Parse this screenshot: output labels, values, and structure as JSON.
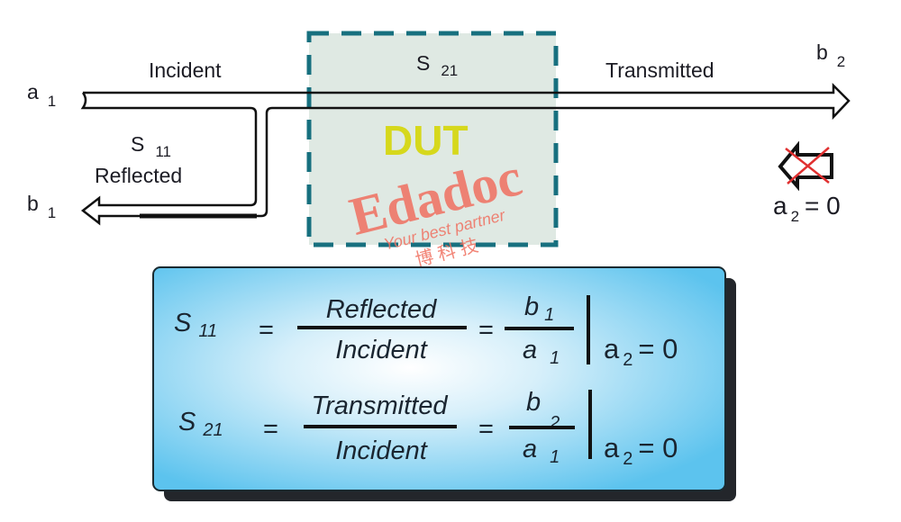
{
  "diagram": {
    "labels": {
      "incident": "Incident",
      "transmitted": "Transmitted",
      "reflected": "Reflected",
      "s21": "S",
      "s21_sub": "21",
      "s11": "S",
      "s11_sub": "11",
      "a1": "a",
      "a1_sub": "1",
      "b1": "b",
      "b1_sub": "1",
      "b2": "b",
      "b2_sub": "2",
      "a2": "a",
      "a2_sub": "2",
      "a2_eq": "= 0",
      "dut": "DUT"
    },
    "colors": {
      "dut_fill": "#dfe9e3",
      "dut_border": "#17707f",
      "dut_text": "#d6d81c",
      "cross": "#e03030",
      "panel_edge": "#5cc3ee",
      "panel_center": "#ffffff"
    }
  },
  "formulas": [
    {
      "lhs": "S",
      "lhs_sub": "11",
      "eq1": "=",
      "num": "Reflected",
      "den": "Incident",
      "eq2": "=",
      "ratio_num": "b",
      "ratio_num_sub": "1",
      "ratio_den": "a",
      "ratio_den_sub": "1",
      "cond": "a",
      "cond_sub": "2",
      "cond_eq": "= 0"
    },
    {
      "lhs": "S",
      "lhs_sub": "21",
      "eq1": "=",
      "num": "Transmitted",
      "den": "Incident",
      "eq2": "=",
      "ratio_num": "b",
      "ratio_num_sub": "2",
      "ratio_den": "a",
      "ratio_den_sub": "1",
      "cond": "a",
      "cond_sub": "2",
      "cond_eq": "= 0"
    }
  ],
  "watermark": {
    "brand": "Edadoc",
    "tagline": "Your best partner",
    "chinese": "博 科 技"
  }
}
